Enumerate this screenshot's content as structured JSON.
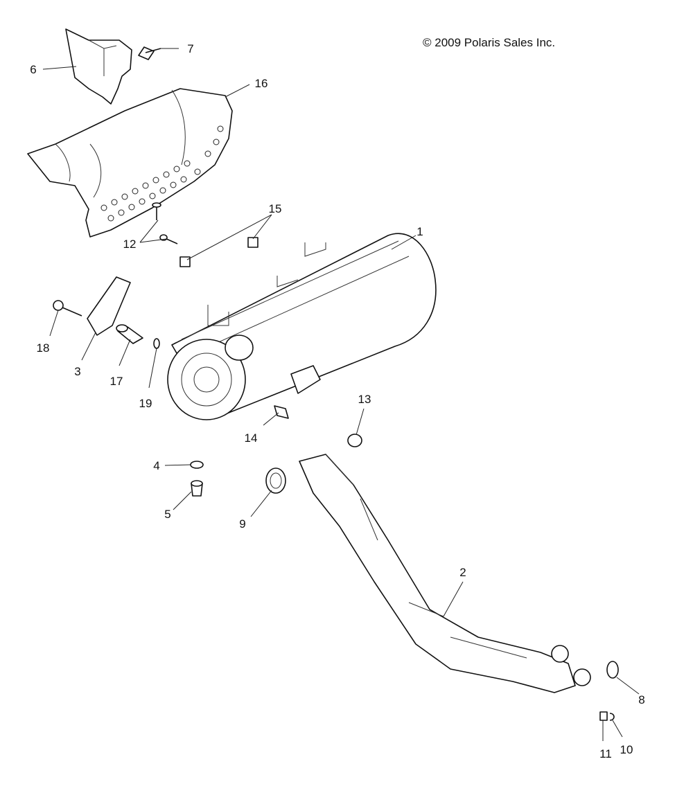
{
  "copyright": "© 2009 Polaris Sales Inc.",
  "callouts": [
    "1",
    "2",
    "3",
    "4",
    "5",
    "6",
    "7",
    "8",
    "9",
    "10",
    "11",
    "12",
    "13",
    "14",
    "15",
    "16",
    "17",
    "18",
    "19"
  ]
}
